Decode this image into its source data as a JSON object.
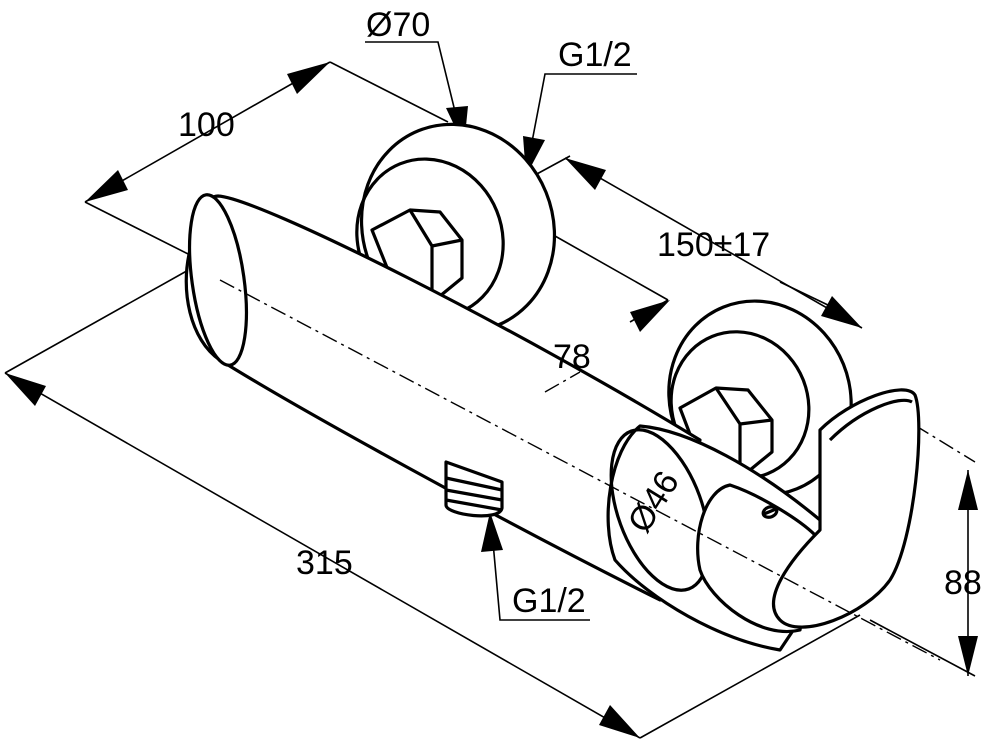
{
  "labels": {
    "diameter_rosette": "Ø70",
    "thread_top": "G1/2",
    "depth": "100",
    "centre_distance": "150±17",
    "projection": "78",
    "diameter_handle": "Ø46",
    "length": "315",
    "height": "88",
    "thread_bottom": "G1/2"
  },
  "colors": {
    "line": "#000000",
    "background": "#ffffff"
  }
}
